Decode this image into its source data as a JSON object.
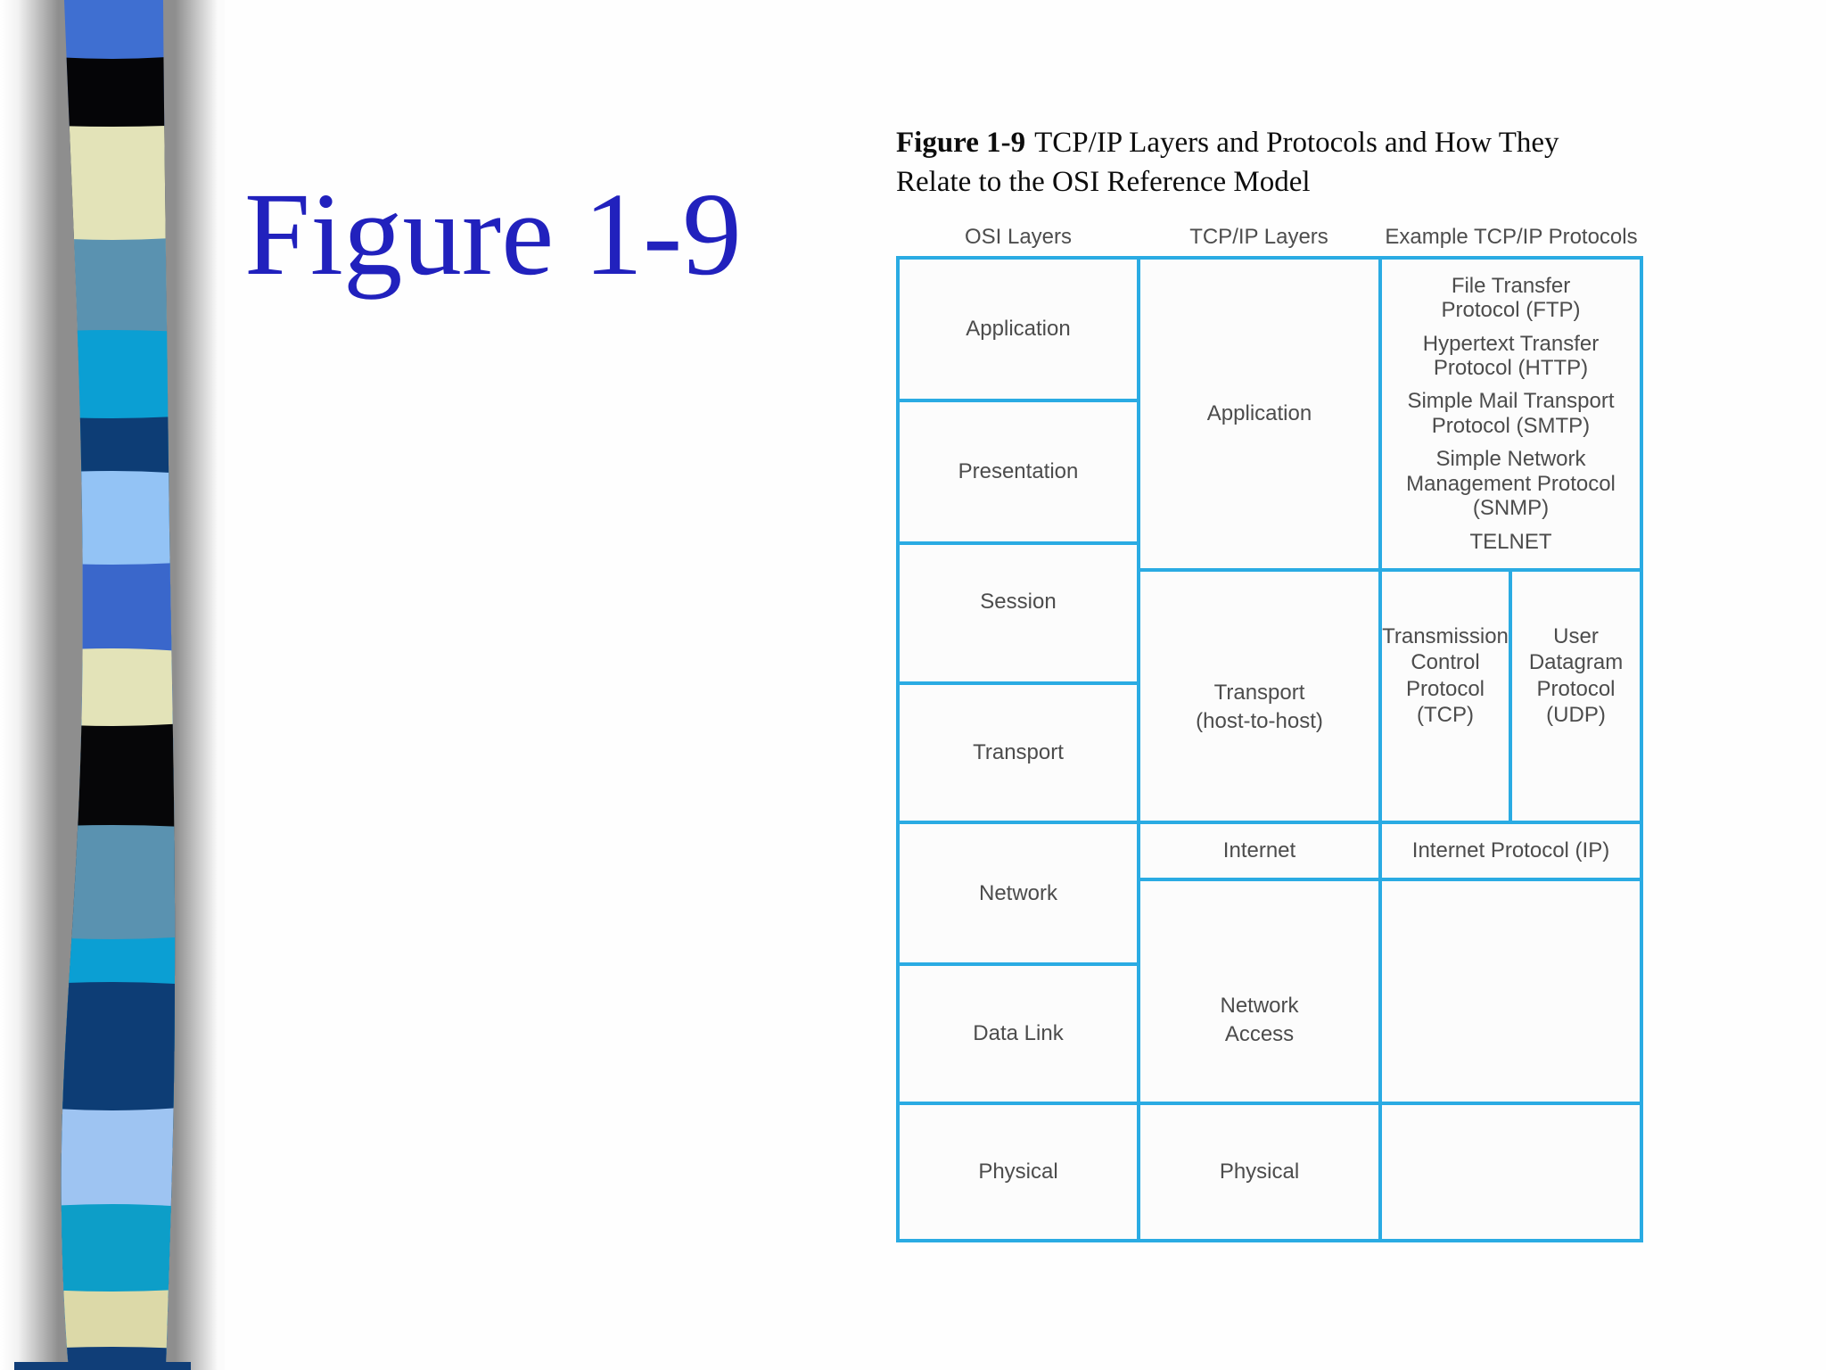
{
  "slide": {
    "heading": "Figure 1-9"
  },
  "figure": {
    "caption_bold": "Figure 1-9",
    "caption_rest": "TCP/IP Layers and Protocols and How They\nRelate to the OSI Reference Model",
    "column_headers": [
      "OSI Layers",
      "TCP/IP Layers",
      "Example TCP/IP Protocols"
    ],
    "osi": [
      "Application",
      "Presentation",
      "Session",
      "Transport",
      "Network",
      "Data Link",
      "Physical"
    ],
    "tcpip": {
      "application": "Application",
      "transport": "Transport\n(host-to-host)",
      "internet": "Internet",
      "network_access": "Network\nAccess",
      "physical": "Physical"
    },
    "protocols": {
      "application": [
        "File Transfer\nProtocol (FTP)",
        "Hypertext Transfer\nProtocol (HTTP)",
        "Simple Mail Transport\nProtocol (SMTP)",
        "Simple Network\nManagement Protocol\n(SNMP)",
        "TELNET"
      ],
      "tcp": "Transmission\nControl\nProtocol\n(TCP)",
      "udp": "User\nDatagram\nProtocol\n(UDP)",
      "ip": "Internet Protocol (IP)"
    }
  },
  "colors": {
    "table_border": "#2aabe3",
    "cell_text": "#4c4c4c",
    "heading_blue": "#2121bd",
    "ribbon_bands": [
      "#3f6fd1",
      "#050507",
      "#e3e3b8",
      "#5a92b0",
      "#0b9fd3",
      "#0d3d75",
      "#93c3f5",
      "#3a67cb",
      "#e3e3b8",
      "#060608",
      "#5a92b0",
      "#0b9fd3",
      "#0d3d75",
      "#9ec4f2",
      "#0d9ec8",
      "#dcd9a8",
      "#103e78"
    ]
  }
}
